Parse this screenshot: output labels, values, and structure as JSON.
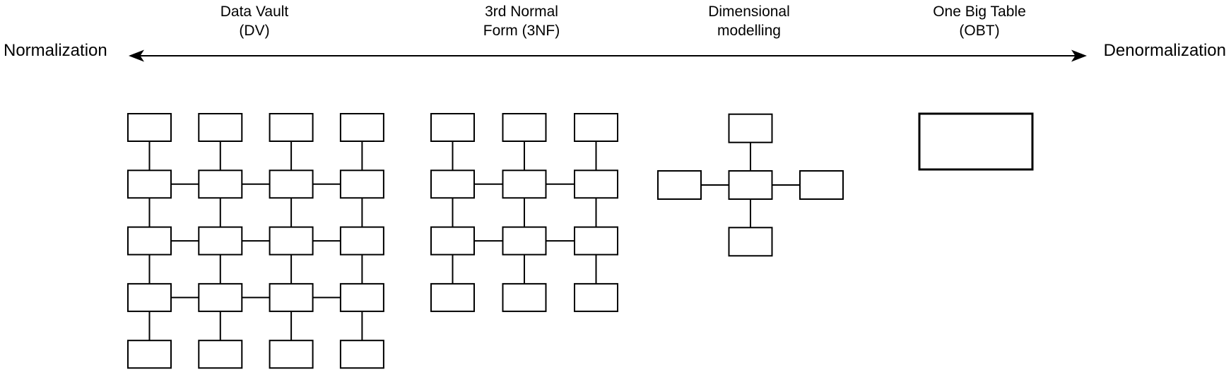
{
  "axis": {
    "left_label": "Normalization",
    "right_label": "Denormalization"
  },
  "models": [
    {
      "id": "dv",
      "name_lines": [
        "Data Vault",
        "(DV)"
      ],
      "schema": {
        "type": "grid",
        "cols": 4,
        "rows": 5,
        "h_linked_rows": [
          2,
          3,
          4
        ]
      }
    },
    {
      "id": "tnf",
      "name_lines": [
        "3rd Normal",
        "Form (3NF)"
      ],
      "schema": {
        "type": "grid",
        "cols": 3,
        "rows": 4,
        "h_linked_rows": [
          2,
          3
        ]
      }
    },
    {
      "id": "dim",
      "name_lines": [
        "Dimensional",
        "modelling"
      ],
      "schema": {
        "type": "star",
        "satellites": 4
      }
    },
    {
      "id": "obt",
      "name_lines": [
        "One Big Table",
        "(OBT)"
      ],
      "schema": {
        "type": "single",
        "tables": 1
      }
    }
  ],
  "colors": {
    "stroke": "#000000",
    "box_fill": "#ffffff",
    "text": "#000000",
    "background": "#ffffff"
  }
}
